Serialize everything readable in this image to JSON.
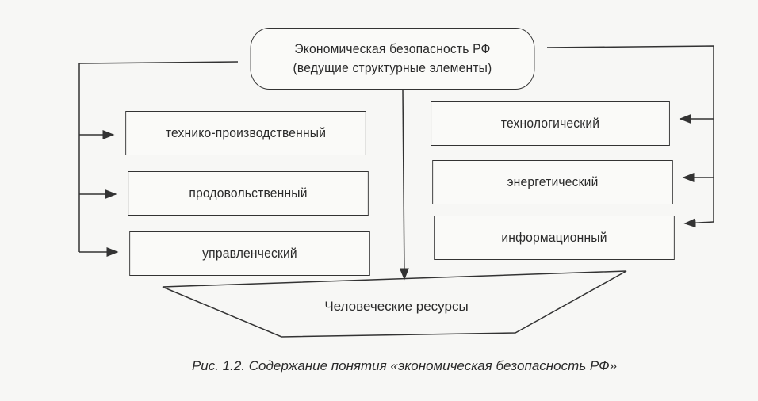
{
  "diagram": {
    "root": {
      "line1": "Экономическая безопасность РФ",
      "line2": "(ведущие структурные элементы)"
    },
    "left_elements": [
      "технико-производственный",
      "продовольственный",
      "управленческий"
    ],
    "right_elements": [
      "технологический",
      "энергетический",
      "информационный"
    ],
    "base": "Человеческие ресурсы"
  },
  "caption": "Рис. 1.2. Содержание понятия «экономическая безопасность РФ»"
}
